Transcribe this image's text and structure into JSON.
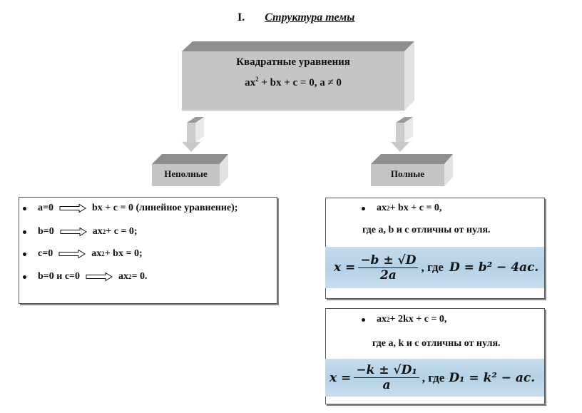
{
  "title": {
    "number": "I.",
    "text": "Структура темы"
  },
  "main_box": {
    "line1": "Квадратные уравнения",
    "line2_a": "ax",
    "line2_sup": "2",
    "line2_b": " + bx + c = 0, a ≠ 0"
  },
  "left_box": {
    "label": "Неполные"
  },
  "right_box": {
    "label": "Полные"
  },
  "incomplete": [
    {
      "cond": "a=0",
      "res_a": "bx + c = 0  (линейное уравнение);",
      "sup": "",
      "res_b": ""
    },
    {
      "cond": "b=0",
      "res_a": "ax",
      "sup": "2",
      "res_b": " + c = 0;"
    },
    {
      "cond": "c=0",
      "res_a": "ax",
      "sup": "2",
      "res_b": " + bx = 0;"
    },
    {
      "cond": "b=0 и c=0",
      "res_a": "ax",
      "sup": "2",
      "res_b": " = 0."
    }
  ],
  "complete1": {
    "eq_a": "ax",
    "sup": "2",
    "eq_b": " + bx + c = 0,",
    "note": "где a, b и c отличны от нуля.",
    "f_lhs": "x =",
    "f_num": "−b ± √D",
    "f_den": "2a",
    "f_where": ", где",
    "f_rhs": "D = b² − 4ac."
  },
  "complete2": {
    "eq_a": "ax",
    "sup": "2",
    "eq_b": " + 2kx + c = 0,",
    "note": "где a, k и c отличны от нуля.",
    "f_lhs": "x =",
    "f_num": "−k ± √D₁",
    "f_den": "a",
    "f_where": ", где",
    "f_rhs": "D₁ = k² − ac."
  }
}
